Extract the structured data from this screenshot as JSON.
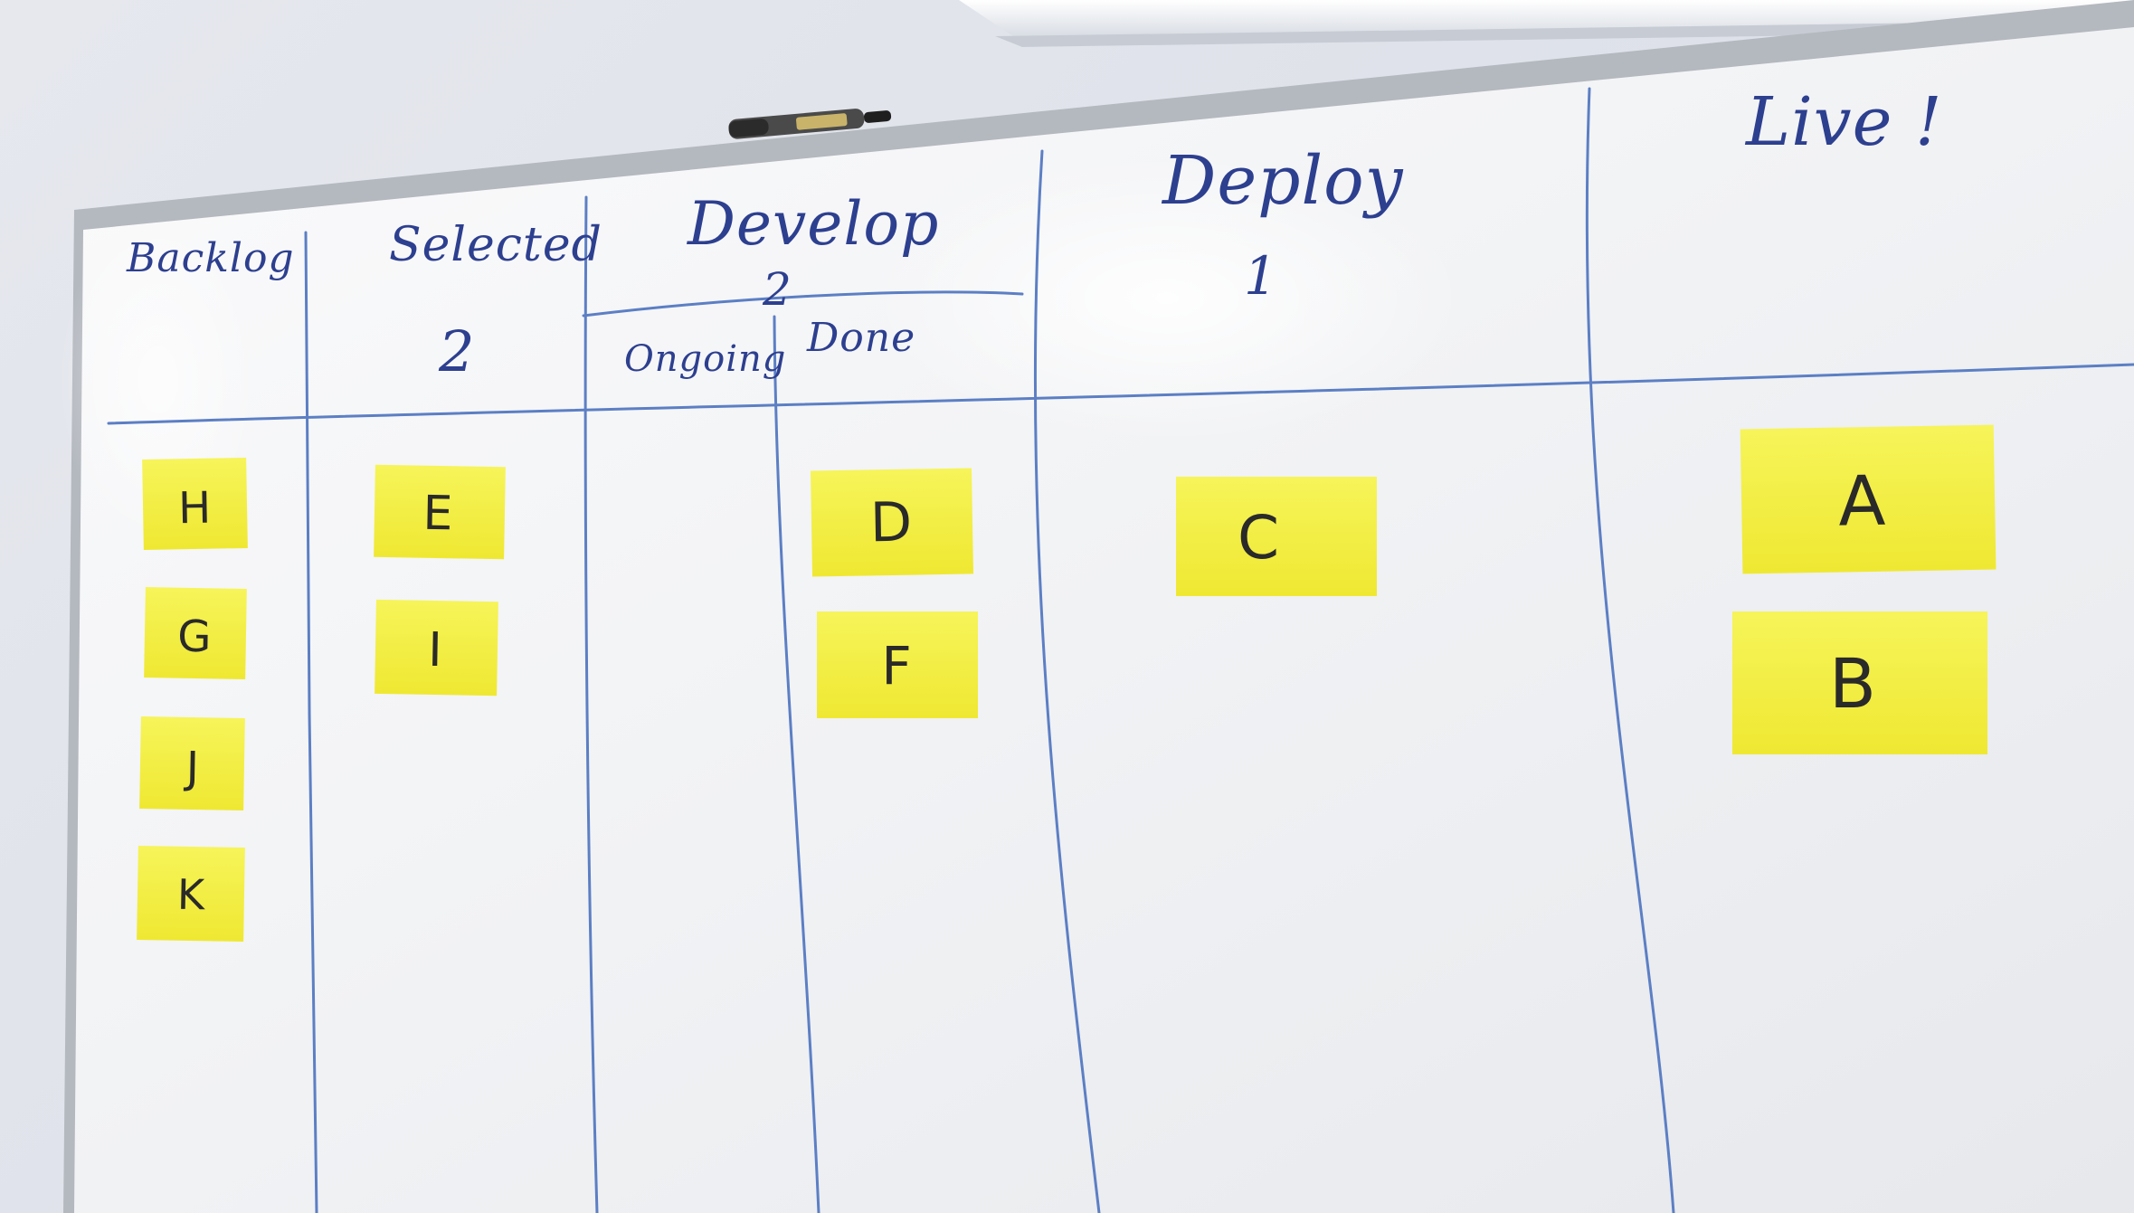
{
  "board": {
    "headers": {
      "backlog": "Backlog",
      "selected": "Selected",
      "selected_limit": "2",
      "develop": "Develop",
      "develop_limit": "2",
      "ongoing": "Ongoing",
      "done": "Done",
      "deploy": "Deploy",
      "deploy_limit": "1",
      "live": "Live !"
    },
    "notes": {
      "backlog": [
        "H",
        "G",
        "J",
        "K"
      ],
      "selected": [
        "E",
        "I"
      ],
      "done": [
        "D",
        "F"
      ],
      "deploy": [
        "C"
      ],
      "live": [
        "A",
        "B"
      ]
    }
  },
  "colors": {
    "sticky_note": "#f2f03c",
    "marker_ink": "#2d3f8f",
    "board_white": "#f4f5f7",
    "frame": "#b9bcc2"
  }
}
